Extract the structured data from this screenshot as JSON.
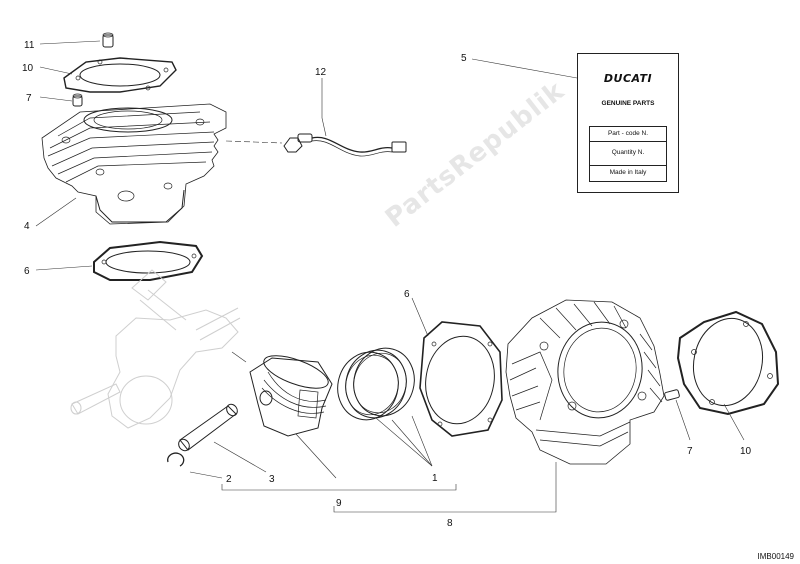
{
  "callouts": {
    "n11": "11",
    "n10_top": "10",
    "n7_top": "7",
    "n12": "12",
    "n5": "5",
    "n4": "4",
    "n6_left": "6",
    "n6_mid": "6",
    "n2": "2",
    "n3": "3",
    "n9": "9",
    "n1": "1",
    "n8": "8",
    "n7_right": "7",
    "n10_right": "10"
  },
  "label_card": {
    "brand": "DUCATI",
    "subtitle": "GENUINE PARTS",
    "row_part_code": "Part - code N.",
    "row_quantity": "Quantity N.",
    "row_made_in": "Made in Italy"
  },
  "watermark": "PartsRepublik",
  "reference_code": "IMB00149",
  "icons": {
    "cylinder_assembly": "cylinder-assembly-icon",
    "cylinder": "cylinder-icon",
    "head_gasket": "head-gasket-icon",
    "base_gasket": "base-gasket-icon",
    "piston": "piston-icon",
    "piston_rings": "piston-rings-icon",
    "piston_pin": "piston-pin-icon",
    "circlip": "circlip-icon",
    "dowel": "dowel-icon",
    "sensor": "temperature-sensor-icon",
    "crankshaft": "crankshaft-icon"
  }
}
